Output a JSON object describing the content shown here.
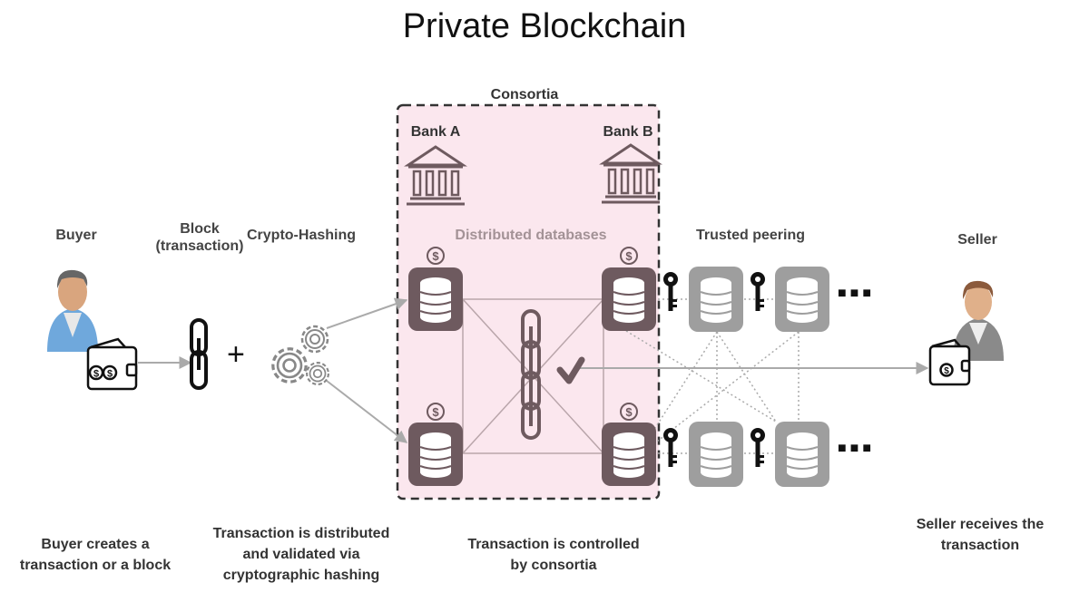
{
  "title": "Private Blockchain",
  "labels": {
    "buyer": "Buyer",
    "block_line1": "Block",
    "block_line2": "(transaction)",
    "crypto_hashing": "Crypto-Hashing",
    "consortia": "Consortia",
    "bank_a": "Bank A",
    "bank_b": "Bank B",
    "distributed_databases": "Distributed databases",
    "trusted_peering": "Trusted peering",
    "seller": "Seller",
    "plus": "+",
    "ellipsis": "■■■"
  },
  "captions": {
    "buyer": [
      "Buyer creates a",
      "transaction or a block"
    ],
    "hashing": [
      "Transaction is distributed",
      "and validated via",
      "cryptographic hashing"
    ],
    "consortia": [
      "Transaction is controlled",
      "by consortia"
    ],
    "seller": [
      "Seller receives the",
      "transaction"
    ]
  },
  "colors": {
    "consortia_fill": "#fbe7ee",
    "bank_db": "#6e5a5f",
    "peer_db": "#9e9e9e",
    "line": "#aaaaaa",
    "buyer_shirt": "#6fa8dc",
    "seller_shirt": "#8a8a8a"
  }
}
